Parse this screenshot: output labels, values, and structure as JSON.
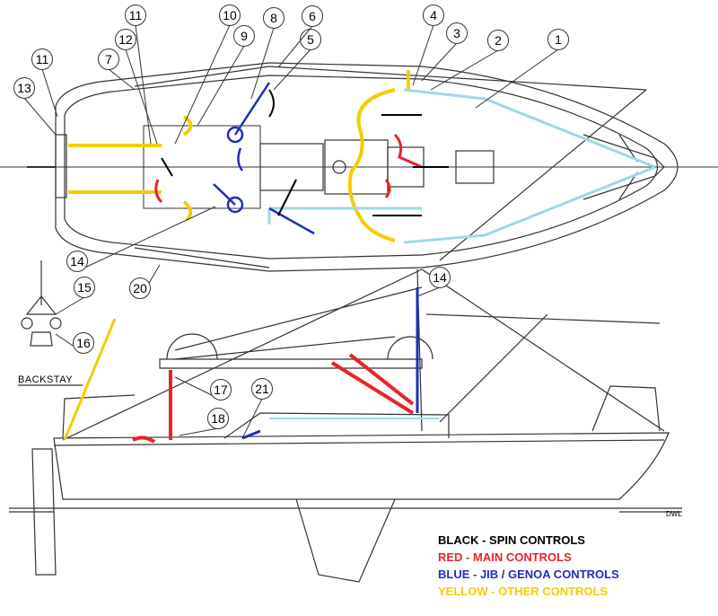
{
  "labels": {
    "backstay": "BACKSTAY",
    "dwl": "DWL"
  },
  "colors": {
    "spin": "#000000",
    "main": "#e8242a",
    "jib": "#1f2fb8",
    "other": "#f2cd00",
    "outhaul": "#9fd8e8",
    "lines": "#333333",
    "grey_line": "#888888"
  },
  "callouts": [
    "1",
    "2",
    "3",
    "4",
    "5",
    "6",
    "7",
    "8",
    "9",
    "10",
    "11",
    "12",
    "11",
    "13",
    "14",
    "14",
    "15",
    "16",
    "17",
    "18",
    "20",
    "21"
  ],
  "legend": [
    {
      "text": "BLACK - SPIN CONTROLS",
      "color": "#000000"
    },
    {
      "text": "RED - MAIN CONTROLS",
      "color": "#e8242a"
    },
    {
      "text": "BLUE - JIB / GENOA CONTROLS",
      "color": "#1f2fb8"
    },
    {
      "text": "YELLOW - OTHER CONTROLS",
      "color": "#f2cd00"
    }
  ]
}
